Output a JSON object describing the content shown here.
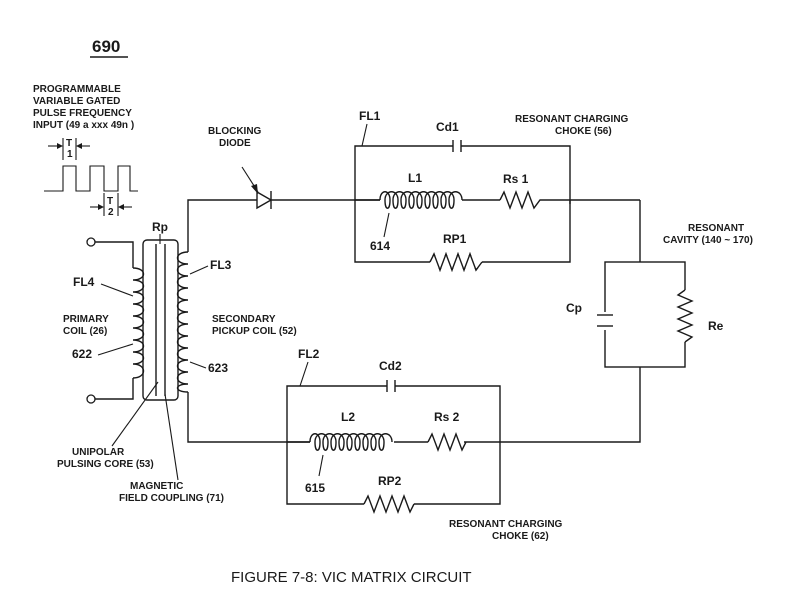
{
  "figure_number": "690",
  "caption": "FIGURE 7-8: VIC MATRIX CIRCUIT",
  "input_label": [
    "PROGRAMMABLE",
    "VARIABLE GATED",
    "PULSE FREQUENCY",
    "INPUT (49 a xxx 49n )"
  ],
  "t1_label": [
    "T",
    "1"
  ],
  "t2_label": [
    "T",
    "2"
  ],
  "blocking_diode_label": [
    "BLOCKING",
    "DIODE"
  ],
  "rp_label": "Rp",
  "fl1": "FL1",
  "fl2": "FL2",
  "fl3": "FL3",
  "fl4": "FL4",
  "cd1": "Cd1",
  "cd2": "Cd2",
  "choke_56_label": [
    "RESONANT CHARGING",
    "CHOKE (56)"
  ],
  "choke_62_label": [
    "RESONANT CHARGING",
    "CHOKE (62)"
  ],
  "l1": "L1",
  "l2": "L2",
  "rs1": "Rs 1",
  "rs2": "Rs 2",
  "rp1": "RP1",
  "rp2": "RP2",
  "ref_614": "614",
  "ref_615": "615",
  "ref_622": "622",
  "ref_623": "623",
  "resonant_cavity_label": [
    "RESONANT",
    "CAVITY (140 ~ 170)"
  ],
  "cp": "Cp",
  "re": "Re",
  "primary_coil_label": [
    "PRIMARY",
    "COIL (26)"
  ],
  "secondary_coil_label": [
    "SECONDARY",
    "PICKUP COIL (52)"
  ],
  "core_label": [
    "UNIPOLAR",
    "PULSING CORE (53)"
  ],
  "coupling_label": [
    "MAGNETIC",
    "FIELD COUPLING (71)"
  ]
}
